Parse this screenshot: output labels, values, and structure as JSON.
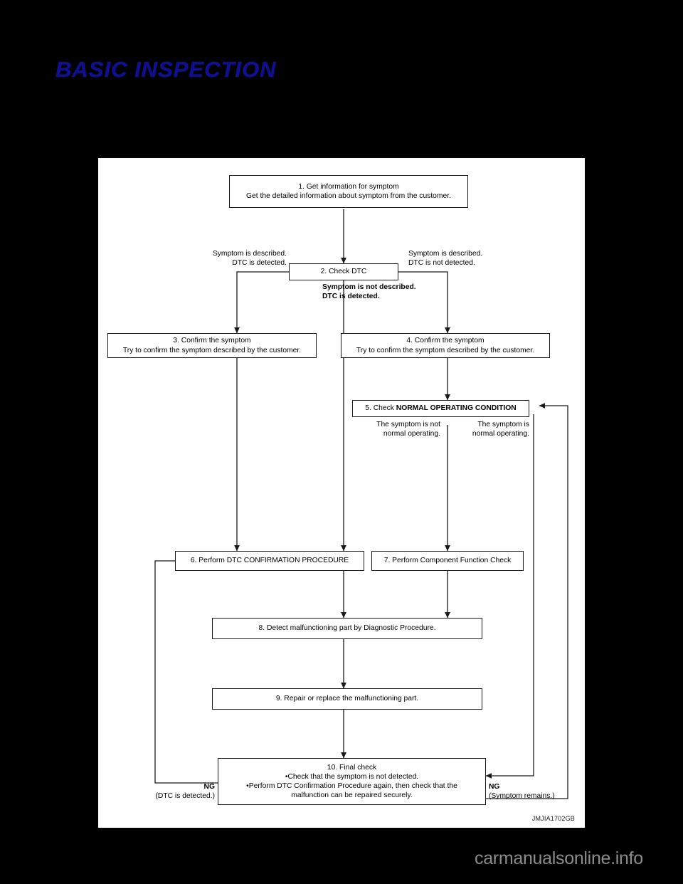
{
  "page": {
    "title": "BASIC INSPECTION",
    "title_color": "#10108f",
    "background_color": "#000000",
    "panel_background": "#ffffff",
    "watermark": "carmanualsonline.info",
    "figure_id": "JMJIA1702GB"
  },
  "flowchart": {
    "type": "diagram",
    "nodes": [
      {
        "id": "n1",
        "lines": [
          "1. Get information for symptom",
          "Get the detailed information about symptom from the customer."
        ]
      },
      {
        "id": "n2",
        "lines": [
          "2. Check DTC"
        ]
      },
      {
        "id": "n3",
        "lines": [
          "3. Confirm the symptom",
          "Try to confirm the symptom described by the customer."
        ]
      },
      {
        "id": "n4",
        "lines": [
          "4. Confirm the symptom",
          "Try to confirm the symptom described by the customer."
        ]
      },
      {
        "id": "n5",
        "prefix": "5. Check ",
        "emphasis": "NORMAL OPERATING CONDITION",
        "lines": [
          "5. Check NORMAL OPERATING CONDITION"
        ]
      },
      {
        "id": "n6",
        "lines": [
          "6. Perform DTC CONFIRMATION PROCEDURE"
        ]
      },
      {
        "id": "n7",
        "lines": [
          "7. Perform Component Function Check"
        ]
      },
      {
        "id": "n8",
        "lines": [
          "8. Detect malfunctioning part by Diagnostic Procedure."
        ]
      },
      {
        "id": "n9",
        "lines": [
          "9. Repair or replace the malfunctioning part."
        ]
      },
      {
        "id": "n10",
        "lines": [
          "10. Final check",
          "•Check that the symptom is not detected.",
          "•Perform DTC Confirmation Procedure again, then check that the",
          "malfunction can be repaired securely."
        ]
      }
    ],
    "edge_labels": [
      {
        "id": "e_left_of_2",
        "lines": [
          "Symptom is described.",
          "DTC is detected."
        ]
      },
      {
        "id": "e_right_of_2",
        "lines": [
          "Symptom is described.",
          "DTC is not detected."
        ]
      },
      {
        "id": "e_below_2",
        "lines": [
          "Symptom is not described.",
          "DTC is detected."
        ]
      },
      {
        "id": "e_left_of_5",
        "lines": [
          "The symptom is not",
          "normal operating."
        ]
      },
      {
        "id": "e_right_of_5",
        "lines": [
          "The symptom is",
          "normal operating."
        ]
      },
      {
        "id": "e_ng_left",
        "lines": [
          "NG",
          "(DTC is detected.)"
        ]
      },
      {
        "id": "e_ng_right",
        "lines": [
          "NG",
          "(Symptom remains.)"
        ]
      }
    ]
  }
}
